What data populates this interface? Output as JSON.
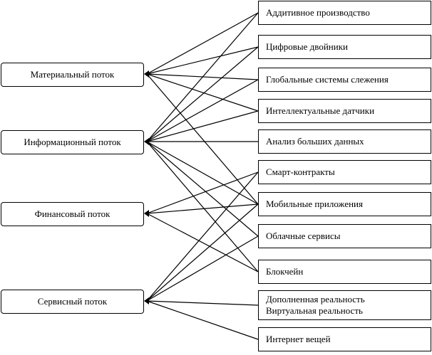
{
  "flows": [
    {
      "id": "material",
      "label": "Материальный поток"
    },
    {
      "id": "information",
      "label": "Информационный поток"
    },
    {
      "id": "financial",
      "label": "Финансовый поток"
    },
    {
      "id": "service",
      "label": "Сервисный поток"
    }
  ],
  "technologies": [
    {
      "id": "additive",
      "lines": [
        "Аддитивное производство"
      ]
    },
    {
      "id": "twins",
      "lines": [
        "Цифровые двойники"
      ]
    },
    {
      "id": "tracking",
      "lines": [
        "Глобальные системы слежения"
      ]
    },
    {
      "id": "sensors",
      "lines": [
        "Интеллектуальные датчики"
      ]
    },
    {
      "id": "bigdata",
      "lines": [
        "Анализ больших данных"
      ]
    },
    {
      "id": "smart",
      "lines": [
        "Смарт-контракты"
      ]
    },
    {
      "id": "mobile",
      "lines": [
        "Мобильные приложения"
      ]
    },
    {
      "id": "cloud",
      "lines": [
        "Облачные сервисы"
      ]
    },
    {
      "id": "blockchain",
      "lines": [
        "Блокчейн"
      ]
    },
    {
      "id": "arvr",
      "lines": [
        "Дополненная реальность",
        "Виртуальная реальность"
      ]
    },
    {
      "id": "iot",
      "lines": [
        "Интернет вещей"
      ]
    }
  ],
  "links": [
    [
      "material",
      "additive"
    ],
    [
      "material",
      "twins"
    ],
    [
      "material",
      "tracking"
    ],
    [
      "material",
      "sensors"
    ],
    [
      "material",
      "mobile"
    ],
    [
      "information",
      "additive"
    ],
    [
      "information",
      "twins"
    ],
    [
      "information",
      "tracking"
    ],
    [
      "information",
      "sensors"
    ],
    [
      "information",
      "bigdata"
    ],
    [
      "information",
      "mobile"
    ],
    [
      "information",
      "cloud"
    ],
    [
      "information",
      "blockchain"
    ],
    [
      "financial",
      "smart"
    ],
    [
      "financial",
      "mobile"
    ],
    [
      "financial",
      "blockchain"
    ],
    [
      "service",
      "smart"
    ],
    [
      "service",
      "mobile"
    ],
    [
      "service",
      "cloud"
    ],
    [
      "service",
      "arvr"
    ],
    [
      "service",
      "iot"
    ]
  ]
}
